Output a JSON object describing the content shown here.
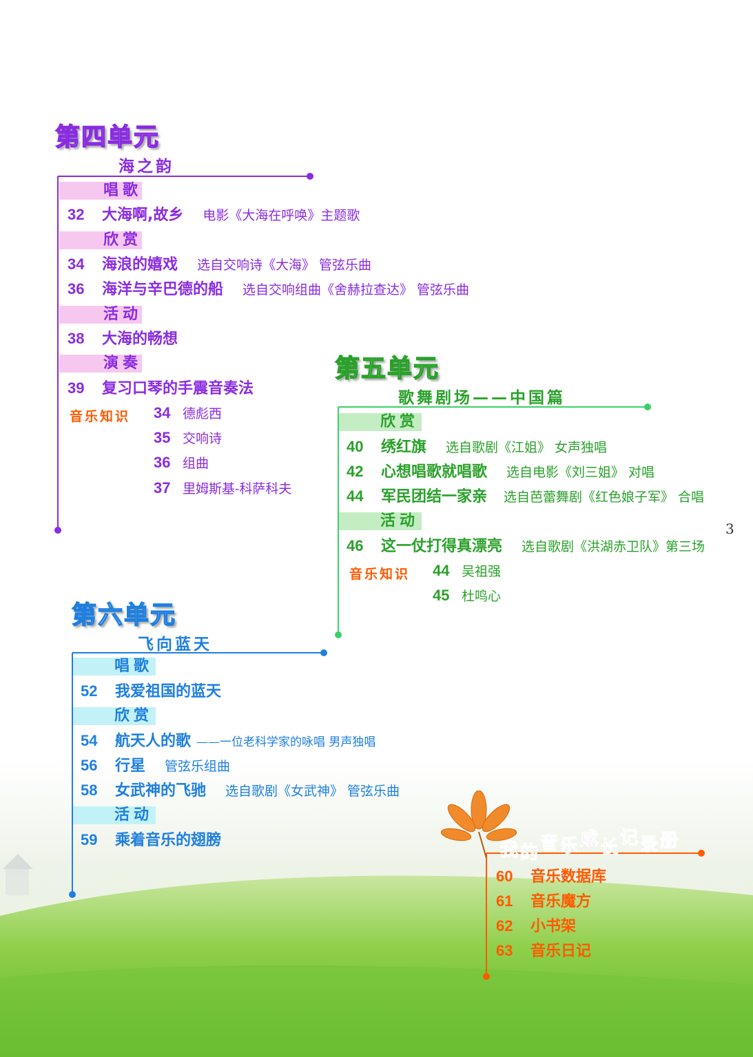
{
  "page_number": "3",
  "colors": {
    "unit4": "#8a2be2",
    "unit4_band": "#f6c8f0",
    "unit5": "#2aa12a",
    "unit5_band": "#c4edc4",
    "unit6": "#1e7fe0",
    "unit6_band": "#c2f2f7",
    "knowledge": "#ff5a00",
    "growth": "#ff5a00"
  },
  "unit4": {
    "title": "第四单元",
    "subtitle": "海之韵",
    "sections": [
      {
        "label": "唱歌",
        "entries": [
          {
            "num": "32",
            "title": "大海啊,故乡",
            "note": "电影《大海在呼唤》主题歌"
          }
        ]
      },
      {
        "label": "欣赏",
        "entries": [
          {
            "num": "34",
            "title": "海浪的嬉戏",
            "note": "选自交响诗《大海》 管弦乐曲"
          },
          {
            "num": "36",
            "title": "海洋与辛巴德的船",
            "note": "选自交响组曲《舍赫拉查达》 管弦乐曲"
          }
        ]
      },
      {
        "label": "活动",
        "entries": [
          {
            "num": "38",
            "title": "大海的畅想",
            "note": ""
          }
        ]
      },
      {
        "label": "演奏",
        "entries": [
          {
            "num": "39",
            "title": "复习口琴的手震音奏法",
            "note": ""
          }
        ]
      }
    ],
    "knowledge_label": "音乐知识",
    "knowledge": [
      {
        "num": "34",
        "text": "德彪西"
      },
      {
        "num": "35",
        "text": "交响诗"
      },
      {
        "num": "36",
        "text": "组曲"
      },
      {
        "num": "37",
        "text": "里姆斯基-科萨科夫"
      }
    ]
  },
  "unit5": {
    "title": "第五单元",
    "subtitle": "歌舞剧场——中国篇",
    "sections": [
      {
        "label": "欣赏",
        "entries": [
          {
            "num": "40",
            "title": "绣红旗",
            "note": "选自歌剧《江姐》 女声独唱"
          },
          {
            "num": "42",
            "title": "心想唱歌就唱歌",
            "note": "选自电影《刘三姐》 对唱"
          },
          {
            "num": "44",
            "title": "军民团结一家亲",
            "note": "选自芭蕾舞剧《红色娘子军》 合唱"
          }
        ]
      },
      {
        "label": "活动",
        "entries": [
          {
            "num": "46",
            "title": "这一仗打得真漂亮",
            "note": "选自歌剧《洪湖赤卫队》第三场"
          }
        ]
      }
    ],
    "knowledge_label": "音乐知识",
    "knowledge": [
      {
        "num": "44",
        "text": "吴祖强"
      },
      {
        "num": "45",
        "text": "杜鸣心"
      }
    ]
  },
  "unit6": {
    "title": "第六单元",
    "subtitle": "飞向蓝天",
    "sections": [
      {
        "label": "唱歌",
        "entries": [
          {
            "num": "52",
            "title": "我爱祖国的蓝天",
            "note": ""
          }
        ]
      },
      {
        "label": "欣赏",
        "entries": [
          {
            "num": "54",
            "title": "航天人的歌",
            "note": "——一位老科学家的咏唱  男声独唱"
          },
          {
            "num": "56",
            "title": "行星",
            "note": "管弦乐组曲"
          },
          {
            "num": "58",
            "title": "女武神的飞驰",
            "note": "选自歌剧《女武神》 管弦乐曲"
          }
        ]
      },
      {
        "label": "活动",
        "entries": [
          {
            "num": "59",
            "title": "乘着音乐的翅膀",
            "note": ""
          }
        ]
      }
    ]
  },
  "growth": {
    "title": "我的音乐成长记录册",
    "letter_colors": [
      "#ff5a00",
      "#ff8c00",
      "#2aa12a",
      "#1e7fe0",
      "#8a2be2",
      "#ff5a00",
      "#2aa12a",
      "#1e7fe0",
      "#8a2be2"
    ],
    "entries": [
      {
        "num": "60",
        "title": "音乐数据库"
      },
      {
        "num": "61",
        "title": "音乐魔方"
      },
      {
        "num": "62",
        "title": "小书架"
      },
      {
        "num": "63",
        "title": "音乐日记"
      }
    ]
  }
}
